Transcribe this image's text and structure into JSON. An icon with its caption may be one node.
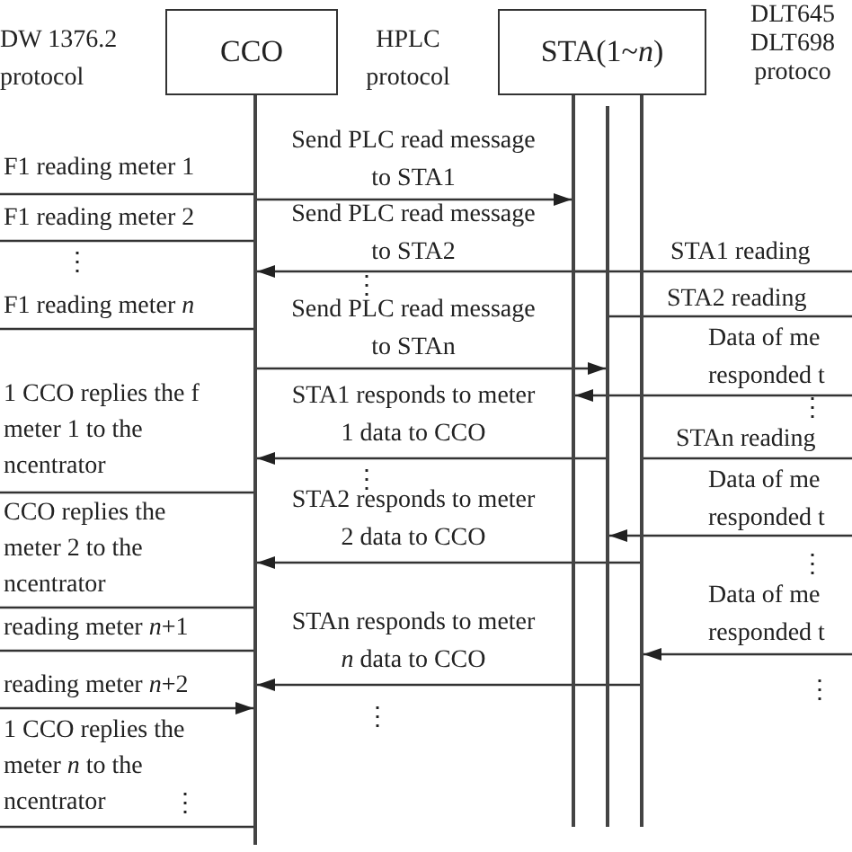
{
  "diagram": {
    "nodes": [
      {
        "text": [
          "CCO"
        ]
      },
      {
        "text": [
          "STA(1~*n*)"
        ]
      },
      {
        "text": [],
        "shape": "bar"
      },
      {
        "text": [],
        "shape": "bar"
      },
      {
        "text": [],
        "shape": "bar"
      },
      {
        "text": [],
        "shape": "bar"
      }
    ],
    "edges": [
      {
        "from": null,
        "to": 2,
        "arrow": "none",
        "label": "F1 reading meter 1"
      },
      {
        "from": 2,
        "to": 3,
        "arrow": "to",
        "label": "Send PLC read message to STA1"
      },
      {
        "from": null,
        "to": 2,
        "arrow": "none",
        "label": "F1 reading meter 2"
      },
      {
        "from": 4,
        "to": 2,
        "arrow": "to",
        "label": "Send PLC read message to STA2"
      },
      {
        "from": 3,
        "to": null,
        "arrow": "none",
        "label": "STA1 reading"
      },
      {
        "from": 4,
        "to": null,
        "arrow": "none",
        "label": "STA2 reading"
      },
      {
        "from": null,
        "to": 2,
        "arrow": "none",
        "label": "F1 reading meter *n*"
      },
      {
        "from": 2,
        "to": 4,
        "arrow": "to",
        "label": "Send PLC read message to STAn"
      },
      {
        "from": null,
        "to": 3,
        "arrow": "to",
        "label": "Data of me responded t"
      },
      {
        "from": 5,
        "to": null,
        "arrow": "none",
        "label": "STAn reading"
      },
      {
        "from": 4,
        "to": 2,
        "arrow": "to",
        "label": "STA1 responds to meter 1 data to CCO"
      },
      {
        "from": null,
        "to": 2,
        "arrow": "none",
        "label": "1 CCO replies the f meter 1 to the ncentrator"
      },
      {
        "from": null,
        "to": 4,
        "arrow": "to",
        "label": "Data of me responded t"
      },
      {
        "from": 5,
        "to": 2,
        "arrow": "to",
        "label": "STA2 responds to meter 2 data to CCO"
      },
      {
        "from": null,
        "to": 2,
        "arrow": "none",
        "label": "CCO replies the meter 2 to the ncentrator"
      },
      {
        "from": null,
        "to": 2,
        "arrow": "none",
        "label": "reading meter *n*+1"
      },
      {
        "from": null,
        "to": 5,
        "arrow": "to",
        "label": "Data of me responded t"
      },
      {
        "from": 5,
        "to": 2,
        "arrow": "to",
        "label": "STAn responds to meter *n* data to CCO"
      },
      {
        "from": null,
        "to": 2,
        "arrow": "to",
        "label": "reading meter *n*+2"
      },
      {
        "from": null,
        "to": 2,
        "arrow": "none",
        "label": "1 CCO replies the meter *n* to the ncentrator"
      }
    ],
    "labels": [
      "DW 1376.2 protocol",
      "HPLC protocol",
      "DLT645 DLT698 protoco",
      "⋮",
      "⋮",
      "⋮",
      "⋮",
      "⋮",
      "⋮",
      "⋮",
      "⋮"
    ]
  }
}
